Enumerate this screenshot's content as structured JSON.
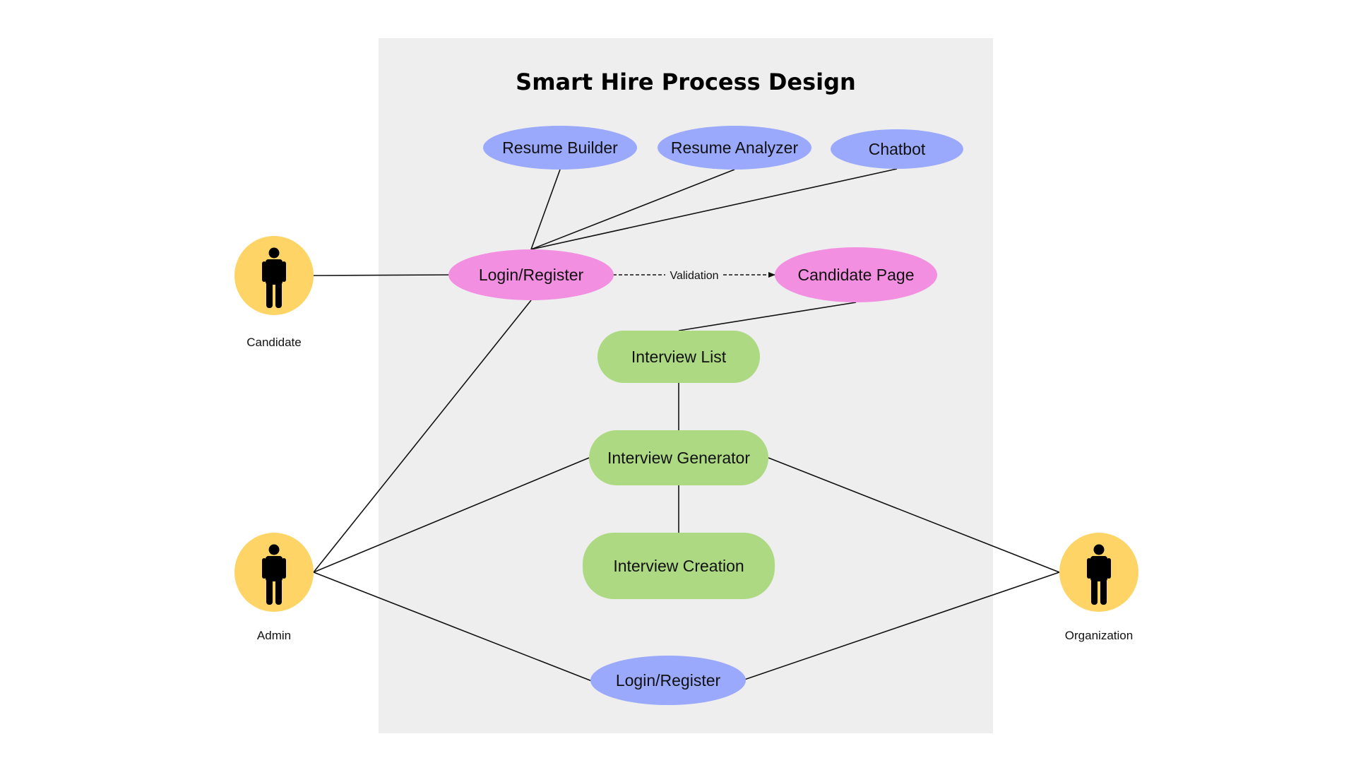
{
  "title": "Smart Hire Process Design",
  "colors": {
    "boundary": "#eeeeee",
    "feature_blue": "#9aa9fb",
    "auth_pink": "#f28fe1",
    "interview_green": "#acd981",
    "actor_yellow": "#ffd466",
    "actor_figure": "#000000"
  },
  "actors": {
    "candidate": {
      "label": "Candidate",
      "icon": "person-icon"
    },
    "admin": {
      "label": "Admin",
      "icon": "person-icon"
    },
    "organization": {
      "label": "Organization",
      "icon": "person-icon"
    }
  },
  "nodes": {
    "resume_builder": "Resume Builder",
    "resume_analyzer": "Resume Analyzer",
    "chatbot": "Chatbot",
    "login_register_candidate": "Login/Register",
    "candidate_page": "Candidate Page",
    "interview_list": "Interview List",
    "interview_generator": "Interview Generator",
    "interview_creation": "Interview Creation",
    "login_register_org": "Login/Register"
  },
  "edges": {
    "validation_label": "Validation"
  }
}
